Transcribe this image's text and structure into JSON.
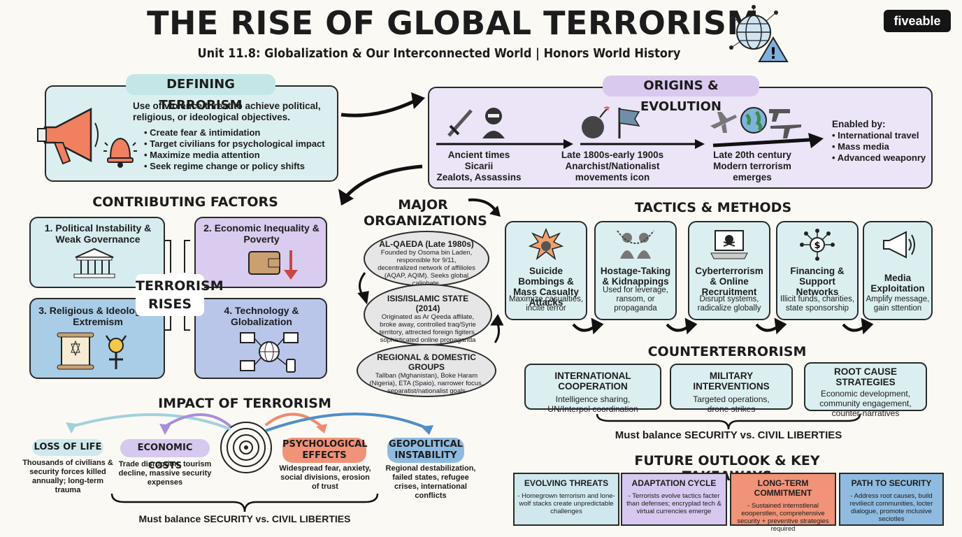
{
  "header": {
    "title": "THE RISE OF GLOBAL TERRORISM",
    "subtitle": "Unit 11.8: Globalization & Our Interconnected World | Honors World History",
    "brand": "fiveable"
  },
  "defining": {
    "heading": "DEFINING TERRORISM",
    "intro": "Use of violence/threat to achieve political, religious, or ideological objectives.",
    "points": [
      "Create fear & intimidation",
      "Target civilians for psychological impact",
      "Maximize media attention",
      "Seek regime change or policy shifts"
    ]
  },
  "origins": {
    "heading": "ORIGINS & EVOLUTION",
    "eras": [
      {
        "line1": "Ancient times",
        "line2": "Sicarii",
        "line3": "Zealots, Assassins"
      },
      {
        "line1": "Late 1800s-early 1900s",
        "line2": "Anarchist/Nationalist",
        "line3": "movements icon"
      },
      {
        "line1": "Late 20th century",
        "line2": "Modern terrorism",
        "line3": "emerges"
      }
    ],
    "enabled_label": "Enabled by:",
    "enabled": [
      "International travel",
      "Mass media",
      "Advanced weaponry"
    ]
  },
  "factors": {
    "heading": "CONTRIBUTING FACTORS",
    "center": "TERRORISM RISES",
    "items": [
      "1. Political Instability & Weak Governance",
      "2. Economic Inequality & Poverty",
      "3. Religious & Ideological Extremism",
      "4. Technology & Globalization"
    ],
    "colors": [
      "#d6ecef",
      "#d9ccef",
      "#a9cde6",
      "#b9c6ea"
    ]
  },
  "orgs": {
    "heading": "MAJOR ORGANIZATIONS",
    "items": [
      {
        "name": "AL-QAEDA (Late 1980s)",
        "desc": "Founded by Osoma bin Laden, responsible for 9/11, decentralized network of affilioles (AQAP, AQIM). Seeks global caliphate."
      },
      {
        "name": "ISIS/ISLAMIC STATE (2014)",
        "desc": "Originated as Ar Qeeda affilate, broke away, controlled traq/Syrie territory, attrected foreign figiters, sophisticated online propaganda"
      },
      {
        "name": "REGIONAL & DOMESTIC GROUPS",
        "desc": "Tallban (Mghanistan), Boke Haram (Nigeria), ETA (Spaio), narrower focus, separatist/nationalist goals"
      }
    ]
  },
  "tactics": {
    "heading": "TACTICS & METHODS",
    "items": [
      {
        "name": "Suicide Bombings & Mass Casualty Attacks",
        "desc": "Maximize casualties, incite terror",
        "icon": "explosion-icon"
      },
      {
        "name": "Hostage-Taking & Kidnappings",
        "desc": "Used for leverage, ransom, or propaganda",
        "icon": "hostage-icon"
      },
      {
        "name": "Cyberterrorism & Online Recruitment",
        "desc": "Disrupt systems, radicalize globally",
        "icon": "laptop-skull-icon"
      },
      {
        "name": "Financing & Support Networks",
        "desc": "Illicit funds, charities, state sponsorship",
        "icon": "money-network-icon"
      },
      {
        "name": "Media Exploitation",
        "desc": "Amplify message, gain sttention",
        "icon": "megaphone-icon"
      }
    ]
  },
  "counter": {
    "heading": "COUNTERTERRORISM",
    "items": [
      {
        "name": "INTERNATIONAL COOPERATION",
        "desc": "Intelligence sharing, UN/Interpol coordination"
      },
      {
        "name": "MILITARY INTERVENTIONS",
        "desc": "Targeted operations, drone strikes"
      },
      {
        "name": "ROOT CAUSE STRATEGIES",
        "desc": "Economic development, community engagement, counter-narratives"
      }
    ],
    "balance": "Must balance SECURITY vs. CIVIL LIBERTIES"
  },
  "impact": {
    "heading": "IMPACT OF TERRORISM",
    "items": [
      {
        "name": "LOSS OF LIFE",
        "desc": "Thousands of civilians & security forces killed annually; long-term trauma",
        "color": "#cfe8ee"
      },
      {
        "name": "ECONOMIC COSTS",
        "desc": "Trade disruption, tourism decline, massive security expenses",
        "color": "#d6c8ee"
      },
      {
        "name": "PSYCHOLOGICAL EFFECTS",
        "desc": "Widespread fear, anxiety, social divisions, erosion of trust",
        "color": "#f09378"
      },
      {
        "name": "GEOPOLITICAL INSTABILITY",
        "desc": "Regional destabilization, failed states, refugee crises, international conflicts",
        "color": "#8fbbe0"
      }
    ],
    "balance": "Must balance SECURITY vs. CIVIL LIBERTIES"
  },
  "future": {
    "heading": "FUTURE OUTLOOK & KEY TAKEAWAYS",
    "items": [
      {
        "name": "EVOLVING THREATS",
        "desc": "- Homegrown terrorism and lone-wolf stacks create unpredictable challenges",
        "color": "#cfe8ee"
      },
      {
        "name": "ADAPTATION CYCLE",
        "desc": "- Terrorists evolve tactics facter than defenses; encryplad tech & virtual currencies emerge",
        "color": "#d6c8ee"
      },
      {
        "name": "LONG-TERM COMMITMENT",
        "desc": "- Sustained internstlenal eooperstlen, comprehensive security + preventive strategies required",
        "color": "#f09378"
      },
      {
        "name": "PATH TO SECURITY",
        "desc": "- Address root causes, build reviliecit communities, locter dialogue, promote mclusive seciotles",
        "color": "#8fbbe0"
      }
    ]
  },
  "colors": {
    "teal_card": "#dceff0",
    "purple_panel": "#ece4f7",
    "teal_pill": "#c4e6e6",
    "purple_pill": "#d9c9ee"
  }
}
